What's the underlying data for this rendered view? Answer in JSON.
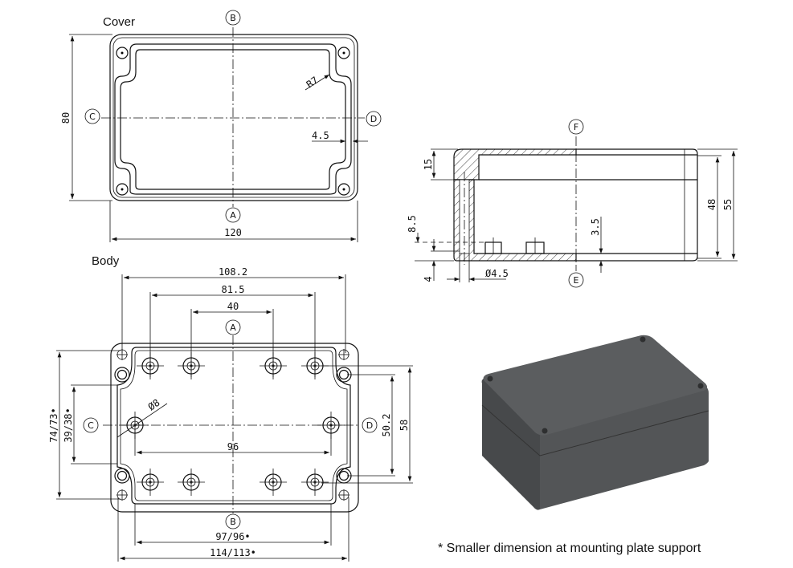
{
  "cover": {
    "title": "Cover",
    "labels": {
      "a": "A",
      "b": "B",
      "c": "C",
      "d": "D"
    },
    "dims": {
      "height": "80",
      "width": "120",
      "radius": "R7",
      "lip": "4.5"
    }
  },
  "section": {
    "labels": {
      "e": "E",
      "f": "F"
    },
    "dims": {
      "cover_height": "15",
      "inner_height": "48",
      "total_height": "55",
      "boss_height": "8.5",
      "floor": "4",
      "hole_dia": "Ø4.5",
      "wall_offset": "3.5"
    }
  },
  "body": {
    "title": "Body",
    "labels": {
      "a": "A",
      "b": "B",
      "c": "C",
      "d": "D"
    },
    "dims": {
      "w1": "108.2",
      "w2": "81.5",
      "w3": "40",
      "hole_dia": "Ø8",
      "hole_span": "96",
      "h_outer": "74/73•",
      "h_inner": "39/38•",
      "h_mount": "50.2",
      "h_total": "58",
      "w_inner": "97/96•",
      "w_outer": "114/113•"
    }
  },
  "render": {
    "top_color": "#5b5d5f",
    "left_color": "#47494b",
    "front_color": "#535557"
  },
  "footnote": "* Smaller dimension at mounting plate support"
}
